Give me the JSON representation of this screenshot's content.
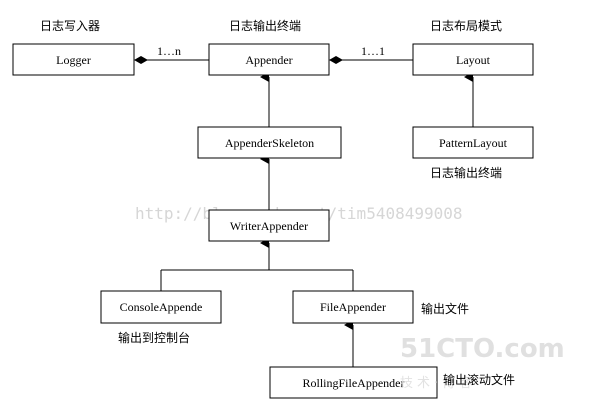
{
  "captions": {
    "logger": "日志写入器",
    "appender": "日志输出终端",
    "layout": "日志布局模式",
    "pattern_layout": "日志输出终端",
    "file_appender": "输出文件",
    "console_appender": "输出到控制台",
    "rolling_appender": "输出滚动文件"
  },
  "boxes": {
    "logger": "Logger",
    "appender": "Appender",
    "layout": "Layout",
    "appender_skeleton": "AppenderSkeleton",
    "pattern_layout": "PatternLayout",
    "writer_appender": "WriterAppender",
    "console_appender": "ConsoleAppende",
    "file_appender": "FileAppender",
    "rolling_file_appender": "RollingFileAppender"
  },
  "multiplicities": {
    "logger_appender": "1…n",
    "appender_layout": "1…1"
  },
  "watermarks": {
    "url": "http://blog.csdn.net/tim5408499008",
    "logo": "51CTO.com",
    "sub": "技术·博客"
  }
}
